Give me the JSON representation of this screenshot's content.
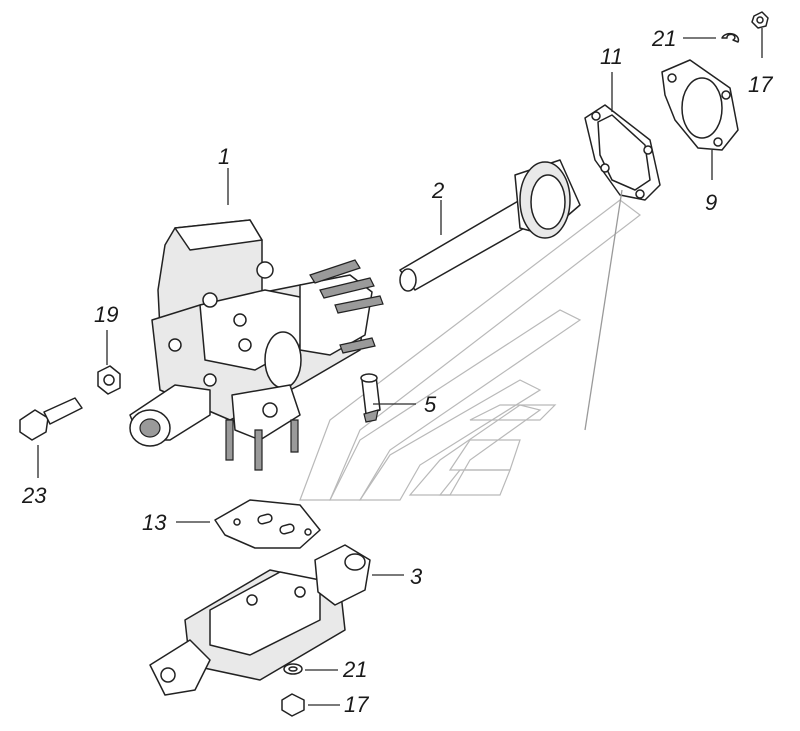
{
  "callouts": [
    {
      "id": "1",
      "text": "1"
    },
    {
      "id": "2",
      "text": "2"
    },
    {
      "id": "3",
      "text": "3"
    },
    {
      "id": "5",
      "text": "5"
    },
    {
      "id": "9",
      "text": "9"
    },
    {
      "id": "11",
      "text": "11"
    },
    {
      "id": "13",
      "text": "13"
    },
    {
      "id": "17a",
      "text": "17"
    },
    {
      "id": "17b",
      "text": "17"
    },
    {
      "id": "19",
      "text": "19"
    },
    {
      "id": "21a",
      "text": "21"
    },
    {
      "id": "21b",
      "text": "21"
    },
    {
      "id": "23",
      "text": "23"
    }
  ]
}
